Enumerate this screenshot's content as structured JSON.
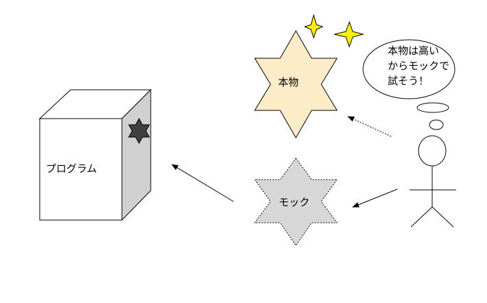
{
  "labels": {
    "program": "プログラム",
    "real": "本物",
    "mock": "モック",
    "speech": [
      "本物は高い",
      "からモックで",
      "試そう！"
    ]
  },
  "colors": {
    "real_star_fill": "#fcedc8",
    "mock_star_fill": "#d7d7d7",
    "cube_side_fill": "#d0d0d0",
    "emblem_star_fill": "#404040",
    "sparkle_fill": "#fff200"
  },
  "icons": {
    "sparkle": "sparkle-icon",
    "emblem": "star-icon",
    "person": "stick-figure-icon"
  }
}
